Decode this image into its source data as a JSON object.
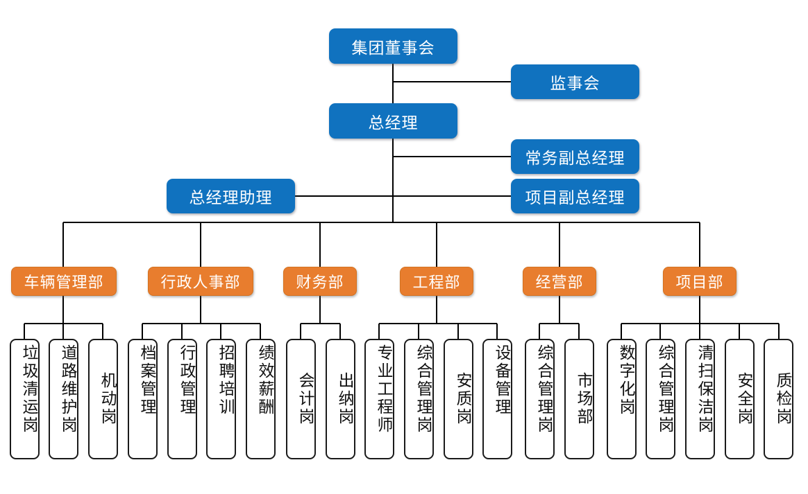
{
  "chart_title": "",
  "palette": {
    "blue": "#1072BF",
    "orange": "#E87D2E",
    "leaf_border": "#1A1A1A",
    "leaf_fill": "#FFFFFF",
    "connector": "#000000",
    "background": "#FFFFFF"
  },
  "executives": {
    "board": "集团董事会",
    "supervisory": "监事会",
    "general_manager": "总经理",
    "executive_deputy": "常务副总经理",
    "project_deputy": "项目副总经理",
    "gm_assistant": "总经理助理"
  },
  "departments": [
    {
      "name": "车辆管理部",
      "positions": [
        "垃圾清运岗",
        "道路维护岗",
        "机动岗"
      ]
    },
    {
      "name": "行政人事部",
      "positions": [
        "档案管理",
        "行政管理",
        "招聘培训",
        "绩效薪酬"
      ]
    },
    {
      "name": "财务部",
      "positions": [
        "会计岗",
        "出纳岗"
      ]
    },
    {
      "name": "工程部",
      "positions": [
        "专业工程师",
        "综合管理岗",
        "安质岗",
        "设备管理"
      ]
    },
    {
      "name": "经营部",
      "positions": [
        "综合管理岗",
        "市场部"
      ]
    },
    {
      "name": "项目部",
      "positions": [
        "数字化岗",
        "综合管理岗",
        "清扫保洁岗",
        "安全岗",
        "质检岗"
      ]
    }
  ],
  "chart_data": {
    "type": "diagram",
    "diagram_kind": "organization-chart",
    "levels": 4,
    "nodes": [
      {
        "id": "board",
        "label": "集团董事会",
        "level": 1,
        "style": "blue"
      },
      {
        "id": "supervisory",
        "label": "监事会",
        "level": 1,
        "style": "blue"
      },
      {
        "id": "gm",
        "label": "总经理",
        "level": 2,
        "style": "blue"
      },
      {
        "id": "exec_deputy",
        "label": "常务副总经理",
        "level": 2,
        "style": "blue"
      },
      {
        "id": "proj_deputy",
        "label": "项目副总经理",
        "level": 2,
        "style": "blue"
      },
      {
        "id": "gm_assistant",
        "label": "总经理助理",
        "level": 2,
        "style": "blue"
      },
      {
        "id": "dept_vehicle",
        "label": "车辆管理部",
        "level": 3,
        "style": "orange"
      },
      {
        "id": "dept_hr",
        "label": "行政人事部",
        "level": 3,
        "style": "orange"
      },
      {
        "id": "dept_finance",
        "label": "财务部",
        "level": 3,
        "style": "orange"
      },
      {
        "id": "dept_engineering",
        "label": "工程部",
        "level": 3,
        "style": "orange"
      },
      {
        "id": "dept_operations",
        "label": "经营部",
        "level": 3,
        "style": "orange"
      },
      {
        "id": "dept_project",
        "label": "项目部",
        "level": 3,
        "style": "orange"
      },
      {
        "id": "p1",
        "label": "垃圾清运岗",
        "level": 4,
        "style": "leaf",
        "parent": "dept_vehicle"
      },
      {
        "id": "p2",
        "label": "道路维护岗",
        "level": 4,
        "style": "leaf",
        "parent": "dept_vehicle"
      },
      {
        "id": "p3",
        "label": "机动岗",
        "level": 4,
        "style": "leaf",
        "parent": "dept_vehicle"
      },
      {
        "id": "p4",
        "label": "档案管理",
        "level": 4,
        "style": "leaf",
        "parent": "dept_hr"
      },
      {
        "id": "p5",
        "label": "行政管理",
        "level": 4,
        "style": "leaf",
        "parent": "dept_hr"
      },
      {
        "id": "p6",
        "label": "招聘培训",
        "level": 4,
        "style": "leaf",
        "parent": "dept_hr"
      },
      {
        "id": "p7",
        "label": "绩效薪酬",
        "level": 4,
        "style": "leaf",
        "parent": "dept_hr"
      },
      {
        "id": "p8",
        "label": "会计岗",
        "level": 4,
        "style": "leaf",
        "parent": "dept_finance"
      },
      {
        "id": "p9",
        "label": "出纳岗",
        "level": 4,
        "style": "leaf",
        "parent": "dept_finance"
      },
      {
        "id": "p10",
        "label": "专业工程师",
        "level": 4,
        "style": "leaf",
        "parent": "dept_engineering"
      },
      {
        "id": "p11",
        "label": "综合管理岗",
        "level": 4,
        "style": "leaf",
        "parent": "dept_engineering"
      },
      {
        "id": "p12",
        "label": "安质岗",
        "level": 4,
        "style": "leaf",
        "parent": "dept_engineering"
      },
      {
        "id": "p13",
        "label": "设备管理",
        "level": 4,
        "style": "leaf",
        "parent": "dept_engineering"
      },
      {
        "id": "p14",
        "label": "综合管理岗",
        "level": 4,
        "style": "leaf",
        "parent": "dept_operations"
      },
      {
        "id": "p15",
        "label": "市场部",
        "level": 4,
        "style": "leaf",
        "parent": "dept_operations"
      },
      {
        "id": "p16",
        "label": "数字化岗",
        "level": 4,
        "style": "leaf",
        "parent": "dept_project"
      },
      {
        "id": "p17",
        "label": "综合管理岗",
        "level": 4,
        "style": "leaf",
        "parent": "dept_project"
      },
      {
        "id": "p18",
        "label": "清扫保洁岗",
        "level": 4,
        "style": "leaf",
        "parent": "dept_project"
      },
      {
        "id": "p19",
        "label": "安全岗",
        "level": 4,
        "style": "leaf",
        "parent": "dept_project"
      },
      {
        "id": "p20",
        "label": "质检岗",
        "level": 4,
        "style": "leaf",
        "parent": "dept_project"
      }
    ],
    "edges": [
      {
        "from": "board",
        "to": "gm"
      },
      {
        "from": "board",
        "to": "supervisory"
      },
      {
        "from": "gm",
        "to": "exec_deputy"
      },
      {
        "from": "gm",
        "to": "proj_deputy"
      },
      {
        "from": "gm",
        "to": "gm_assistant"
      },
      {
        "from": "gm",
        "to": "dept_vehicle"
      },
      {
        "from": "gm",
        "to": "dept_hr"
      },
      {
        "from": "gm",
        "to": "dept_finance"
      },
      {
        "from": "gm",
        "to": "dept_engineering"
      },
      {
        "from": "gm",
        "to": "dept_operations"
      },
      {
        "from": "gm",
        "to": "dept_project"
      }
    ]
  }
}
